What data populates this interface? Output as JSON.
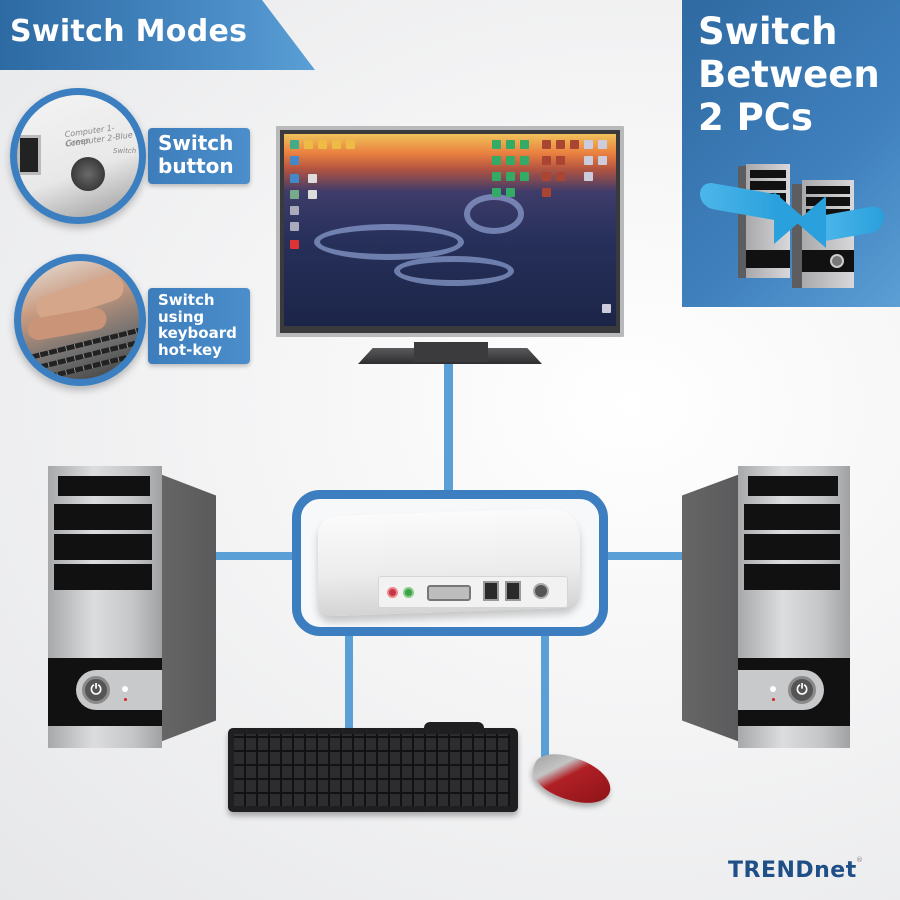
{
  "header": {
    "title": "Switch Modes"
  },
  "right_panel": {
    "title_lines": [
      "Switch",
      "Between",
      "2 PCs"
    ],
    "icon": "switch-two-pcs-arrows-icon"
  },
  "callouts": [
    {
      "lines": [
        "Switch",
        "button"
      ],
      "image": "switch-button-closeup",
      "image_text": [
        "Computer 1-Green",
        "Computer 2-Blue",
        "Switch"
      ]
    },
    {
      "lines": [
        "Switch",
        "using",
        "keyboard",
        "hot-key"
      ],
      "image": "hands-typing-keyboard"
    }
  ],
  "diagram": {
    "monitor": "monitor-desktop",
    "kvm_switch": "trendnet-kvm-switch",
    "left_pc": "pc-tower-left",
    "right_pc": "pc-tower-right",
    "keyboard": "keyboard",
    "mouse": "mouse",
    "connector_color": "#5a9fd6"
  },
  "colors": {
    "brand_blue": "#3c7ec0",
    "banner_dark": "#2d6aa3",
    "logo_blue": "#1e4f86"
  },
  "brand": {
    "logo": "TRENDnet",
    "registered": "®"
  }
}
